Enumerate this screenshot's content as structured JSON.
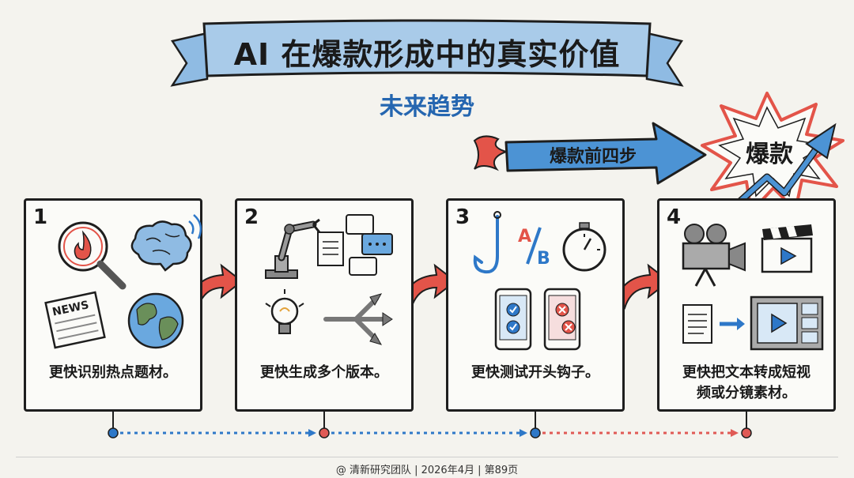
{
  "title": "AI 在爆款形成中的真实价值",
  "subtitle": "未来趋势",
  "steps_label": "爆款前四步",
  "burst_label": "爆款",
  "steps": [
    {
      "num": "1",
      "text": "更快识别热点题材。",
      "icons": [
        "fire-magnifier-icon",
        "brain-wifi-icon",
        "newspaper-icon",
        "globe-icon"
      ],
      "news_text": "NEWS"
    },
    {
      "num": "2",
      "text": "更快生成多个版本。",
      "icons": [
        "robot-arm-icon",
        "document-icon",
        "chat-bubbles-icon",
        "lightbulb-icon",
        "split-arrows-icon"
      ]
    },
    {
      "num": "3",
      "text": "更快测试开头钩子。",
      "icons": [
        "hook-icon",
        "ab-test-icon",
        "stopwatch-icon",
        "phone-check-icon",
        "phone-cross-icon"
      ],
      "ab_a": "A",
      "ab_b": "B"
    },
    {
      "num": "4",
      "text_lines": [
        "更快把文本转成短视",
        "频或分镜素材。"
      ],
      "icons": [
        "film-camera-icon",
        "clapperboard-icon",
        "text-to-video-icon"
      ]
    }
  ],
  "footer": "@ 清新研究团队 | 2026年4月 | 第89页",
  "colors": {
    "banner": "#a9cbe9",
    "subtitle": "#2566b0",
    "arrow_blue": "#4c93d4",
    "arrow_red": "#e35449",
    "timeline_blue": "#2e78c8",
    "timeline_red": "#e05a55"
  }
}
